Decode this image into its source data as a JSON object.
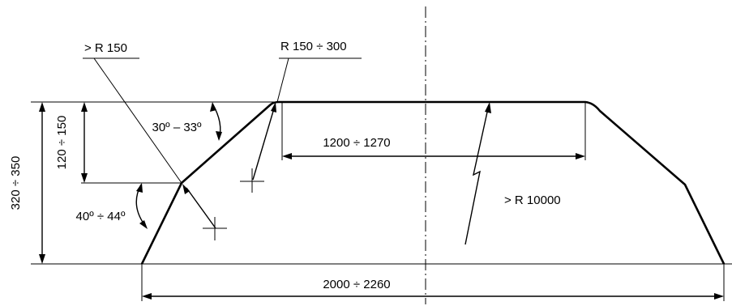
{
  "labels": {
    "radius_outer": "> R 150",
    "radius_top": "R 150 ÷ 300",
    "radius_large": "> R 10000",
    "angle_upper": "30º – 33º",
    "angle_lower": "40º ÷ 44º",
    "height_upper": "120 ÷ 150",
    "height_total": "320 ÷ 350",
    "width_top": "1200 ÷ 1270",
    "width_bottom": "2000 ÷ 2260"
  }
}
